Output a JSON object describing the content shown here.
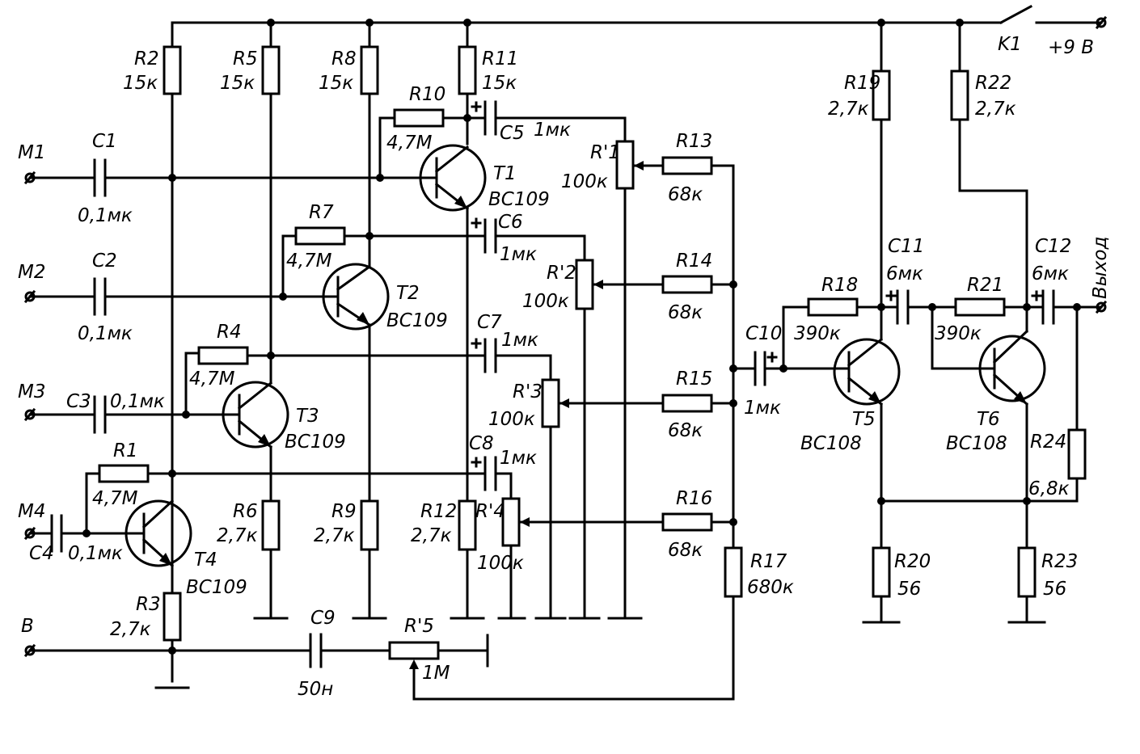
{
  "schematic": {
    "supply_switch_label": "K1",
    "supply_voltage": "+9 B",
    "output_label": "Выход",
    "inputs": {
      "m1": "M1",
      "m2": "M2",
      "m3": "M3",
      "m4": "M4",
      "b": "B"
    },
    "resistors": [
      {
        "ref": "R2",
        "value": "15к"
      },
      {
        "ref": "R5",
        "value": "15к"
      },
      {
        "ref": "R8",
        "value": "15к"
      },
      {
        "ref": "R11",
        "value": "15к"
      },
      {
        "ref": "R10",
        "value": "4,7М"
      },
      {
        "ref": "R7",
        "value": "4,7М"
      },
      {
        "ref": "R4",
        "value": "4,7М"
      },
      {
        "ref": "R1",
        "value": "4,7М"
      },
      {
        "ref": "R3",
        "value": "2,7к"
      },
      {
        "ref": "R6",
        "value": "2,7к"
      },
      {
        "ref": "R9",
        "value": "2,7к"
      },
      {
        "ref": "R12",
        "value": "2,7к"
      },
      {
        "ref": "R13",
        "value": "68к"
      },
      {
        "ref": "R14",
        "value": "68к"
      },
      {
        "ref": "R15",
        "value": "68к"
      },
      {
        "ref": "R16",
        "value": "68к"
      },
      {
        "ref": "R17",
        "value": "680к"
      },
      {
        "ref": "R18",
        "value": "390к"
      },
      {
        "ref": "R21",
        "value": "390к"
      },
      {
        "ref": "R19",
        "value": "2,7к"
      },
      {
        "ref": "R22",
        "value": "2,7к"
      },
      {
        "ref": "R20",
        "value": "56"
      },
      {
        "ref": "R23",
        "value": "56"
      },
      {
        "ref": "R24",
        "value": "6,8к"
      }
    ],
    "potentiometers": [
      {
        "ref": "R'1",
        "value": "100к"
      },
      {
        "ref": "R'2",
        "value": "100к"
      },
      {
        "ref": "R'3",
        "value": "100к"
      },
      {
        "ref": "R'4",
        "value": "100к"
      },
      {
        "ref": "R'5",
        "value": "1М"
      }
    ],
    "capacitors": [
      {
        "ref": "C1",
        "value": "0,1мк"
      },
      {
        "ref": "C2",
        "value": "0,1мк"
      },
      {
        "ref": "C3",
        "value": "0,1мк"
      },
      {
        "ref": "C4",
        "value": "0,1мк"
      },
      {
        "ref": "C5",
        "value": "1мк"
      },
      {
        "ref": "C6",
        "value": "1мк"
      },
      {
        "ref": "C7",
        "value": "1мк"
      },
      {
        "ref": "C8",
        "value": "1мк"
      },
      {
        "ref": "C9",
        "value": "50н"
      },
      {
        "ref": "C10",
        "value": "1мк"
      },
      {
        "ref": "C11",
        "value": "6мк"
      },
      {
        "ref": "C12",
        "value": "6мк"
      }
    ],
    "transistors": [
      {
        "ref": "T1",
        "type": "BC109"
      },
      {
        "ref": "T2",
        "type": "BC109"
      },
      {
        "ref": "T3",
        "type": "BC109"
      },
      {
        "ref": "T4",
        "type": "BC109"
      },
      {
        "ref": "T5",
        "type": "BC108"
      },
      {
        "ref": "T6",
        "type": "BC108"
      }
    ]
  }
}
